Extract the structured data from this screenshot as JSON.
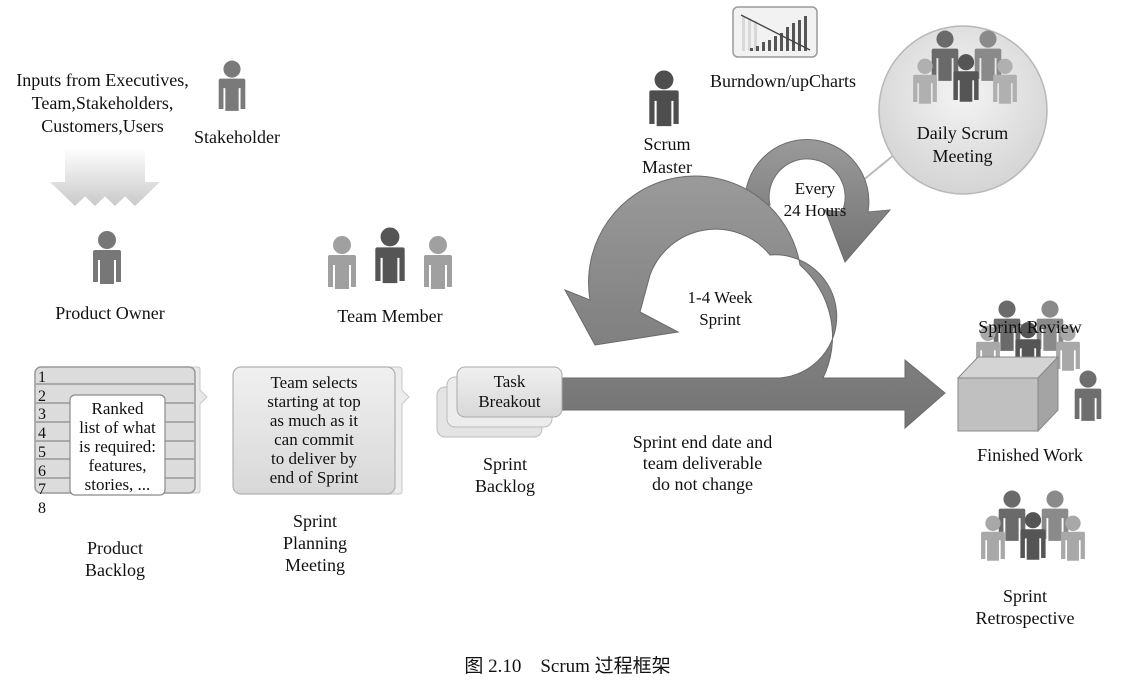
{
  "inputs": {
    "text": "Inputs from Executives,\nTeam,Stakeholders,\nCustomers,Users"
  },
  "roles": {
    "stakeholder": "Stakeholder",
    "product_owner": "Product Owner",
    "team_member": "Team Member",
    "scrum_master": "Scrum\nMaster"
  },
  "burndown": {
    "label": "Burndown/upCharts"
  },
  "daily_scrum": {
    "label": "Daily Scrum\nMeeting",
    "cycle": "Every\n24 Hours"
  },
  "sprint_cycle": {
    "label": "1-4 Week\nSprint"
  },
  "product_backlog": {
    "rows": [
      "1",
      "2",
      "3",
      "4",
      "5",
      "6",
      "7",
      "8"
    ],
    "note": "Ranked\nlist of what\nis required:\nfeatures,\nstories, ...",
    "label": "Product\nBacklog"
  },
  "sprint_planning": {
    "note": "Team selects\nstarting at top\nas much as it\ncan commit\nto deliver by\nend of Sprint",
    "label": "Sprint\nPlanning\nMeeting"
  },
  "sprint_backlog": {
    "card": "Task\nBreakout",
    "label": "Sprint\nBacklog"
  },
  "sprint_rule": "Sprint end date and\nteam deliverable\ndo not change",
  "outcomes": {
    "review": "Sprint Review",
    "finished": "Finished Work",
    "retrospective": "Sprint\nRetrospective"
  },
  "caption": "图 2.10    Scrum 过程框架",
  "colors": {
    "arrow": "#8a8a8a",
    "person_dark": "#5a5a5a",
    "person_mid": "#808080",
    "person_light": "#a8a8a8",
    "panel": "#e6e6e6"
  }
}
